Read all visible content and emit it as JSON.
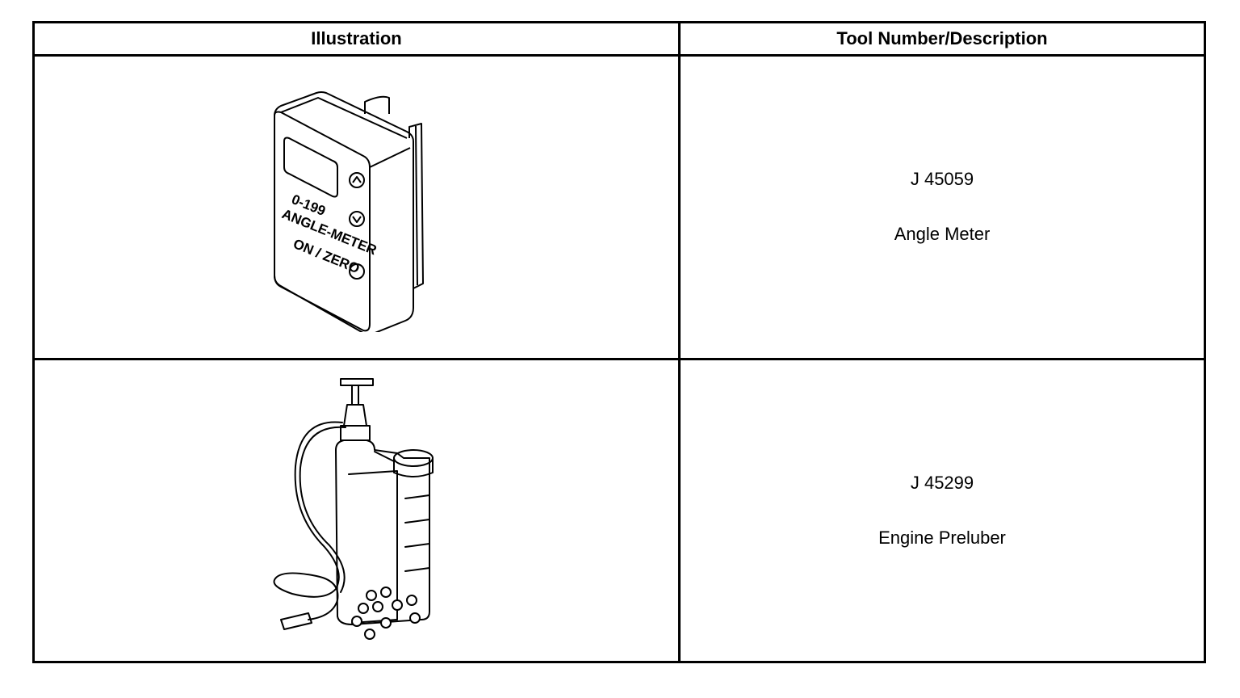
{
  "table": {
    "headers": {
      "illustration": "Illustration",
      "description": "Tool Number/Description"
    },
    "rows": [
      {
        "tool_number": "J 45059",
        "tool_name": "Angle Meter",
        "illustration_text": {
          "range": "0-199",
          "device": "ANGLE-METER",
          "button": "ON / ZERO"
        }
      },
      {
        "tool_number": "J 45299",
        "tool_name": "Engine Preluber"
      }
    ]
  }
}
